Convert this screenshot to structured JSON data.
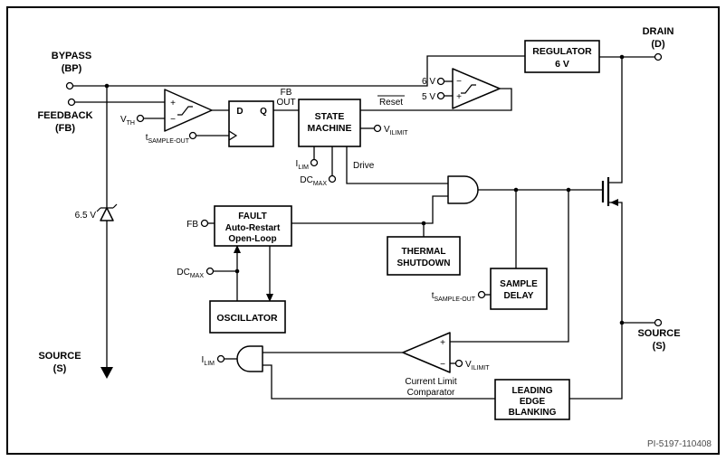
{
  "colors": {
    "line": "#000000",
    "background": "#ffffff",
    "part_number_text": "#4a4a4a"
  },
  "terminals": {
    "bypass": [
      "BYPASS",
      "(BP)"
    ],
    "feedback": [
      "FEEDBACK",
      "(FB)"
    ],
    "drain": [
      "DRAIN",
      "(D)"
    ],
    "source": [
      "SOURCE",
      "(S)"
    ]
  },
  "blocks": {
    "regulator": [
      "REGULATOR",
      "6 V"
    ],
    "state_machine": [
      "STATE",
      "MACHINE"
    ],
    "fault": [
      "FAULT",
      "Auto-Restart",
      "Open-Loop"
    ],
    "oscillator": [
      "OSCILLATOR"
    ],
    "thermal_shutdown": [
      "THERMAL",
      "SHUTDOWN"
    ],
    "sample_delay": [
      "SAMPLE",
      "DELAY"
    ],
    "leading_edge_blanking": [
      "LEADING",
      "EDGE",
      "BLANKING"
    ]
  },
  "flip_flop": {
    "d_label": "D",
    "q_label": "Q"
  },
  "signals": {
    "fb_out": [
      "FB",
      "OUT"
    ],
    "reset": "Reset",
    "drive": "Drive",
    "six_v": "6 V",
    "five_v": "5 V",
    "v_th": {
      "base": "V",
      "sub": "TH"
    },
    "v_ilimit": {
      "base": "V",
      "sub": "ILIMIT"
    },
    "i_lim": {
      "base": "I",
      "sub": "LIM"
    },
    "dc_max": {
      "base": "DC",
      "sub": "MAX"
    },
    "t_sample_out": {
      "base": "t",
      "sub": "SAMPLE-OUT"
    },
    "fb": "FB",
    "zener_voltage": "6.5 V",
    "plus": "+",
    "minus": "−"
  },
  "captions": {
    "current_limit_comparator": [
      "Current Limit",
      "Comparator"
    ]
  },
  "footer": {
    "part_number": "PI-5197-110408"
  }
}
